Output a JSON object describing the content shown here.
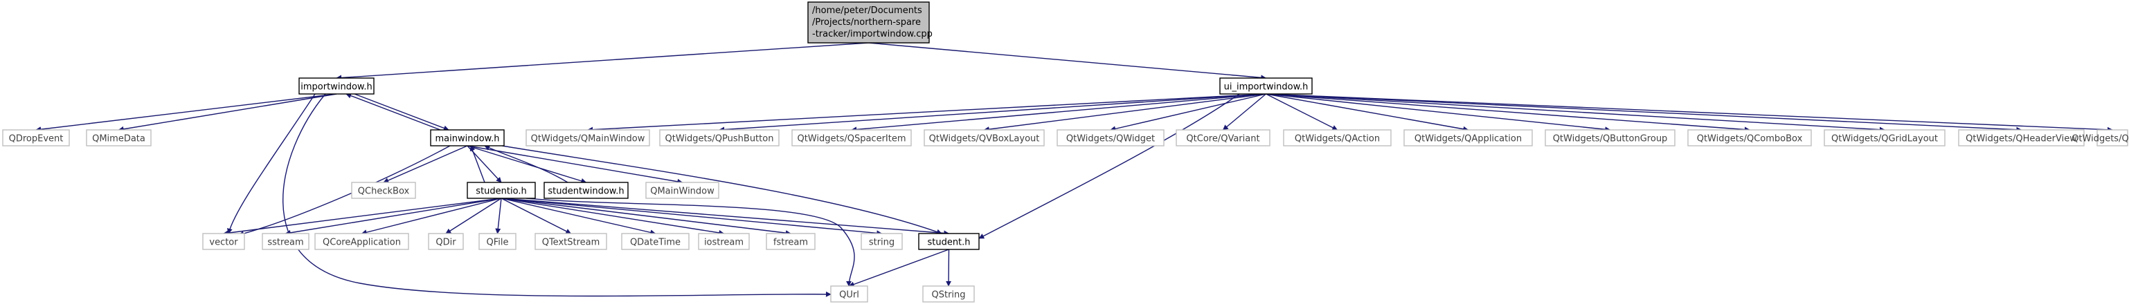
{
  "colors": {
    "edge": "#191970",
    "root_fill": "#bfbfbf",
    "root_border": "#000000",
    "local_border": "#000000",
    "external_border": "#bfbfbf",
    "external_text": "#404040",
    "text": "#000000"
  },
  "root": {
    "lines": [
      "/home/peter/Documents",
      "/Projects/northern-spare",
      "-tracker/importwindow.cpp"
    ]
  },
  "nodes": {
    "importwindow_h": "importwindow.h",
    "ui_importwindow_h": "ui_importwindow.h",
    "qdropevent": "QDropEvent",
    "qmimedata": "QMimeData",
    "mainwindow_h": "mainwindow.h",
    "qcheckbox": "QCheckBox",
    "studentio_h": "studentio.h",
    "studentwindow_h": "studentwindow.h",
    "qmainwindow": "QMainWindow",
    "vector": "vector",
    "sstream": "sstream",
    "qcoreapplication": "QCoreApplication",
    "qdir": "QDir",
    "qfile": "QFile",
    "qtextstream": "QTextStream",
    "qdatetime": "QDateTime",
    "iostream": "iostream",
    "fstream": "fstream",
    "string": "string",
    "student_h": "student.h",
    "qurl": "QUrl",
    "qstring": "QString",
    "qw_qmainwindow": "QtWidgets/QMainWindow",
    "qw_qpushbutton": "QtWidgets/QPushButton",
    "qw_qspaceritem": "QtWidgets/QSpacerItem",
    "qw_qvboxlayout": "QtWidgets/QVBoxLayout",
    "qw_qwidget": "QtWidgets/QWidget",
    "qc_qvariant": "QtCore/QVariant",
    "qw_qaction": "QtWidgets/QAction",
    "qw_qapplication": "QtWidgets/QApplication",
    "qw_qbuttongroup": "QtWidgets/QButtonGroup",
    "qw_qcombobox": "QtWidgets/QComboBox",
    "qw_qgridlayout": "QtWidgets/QGridLayout",
    "qw_qheaderview": "QtWidgets/QHeaderView",
    "qw_qlabel": "QtWidgets/QLabel"
  }
}
